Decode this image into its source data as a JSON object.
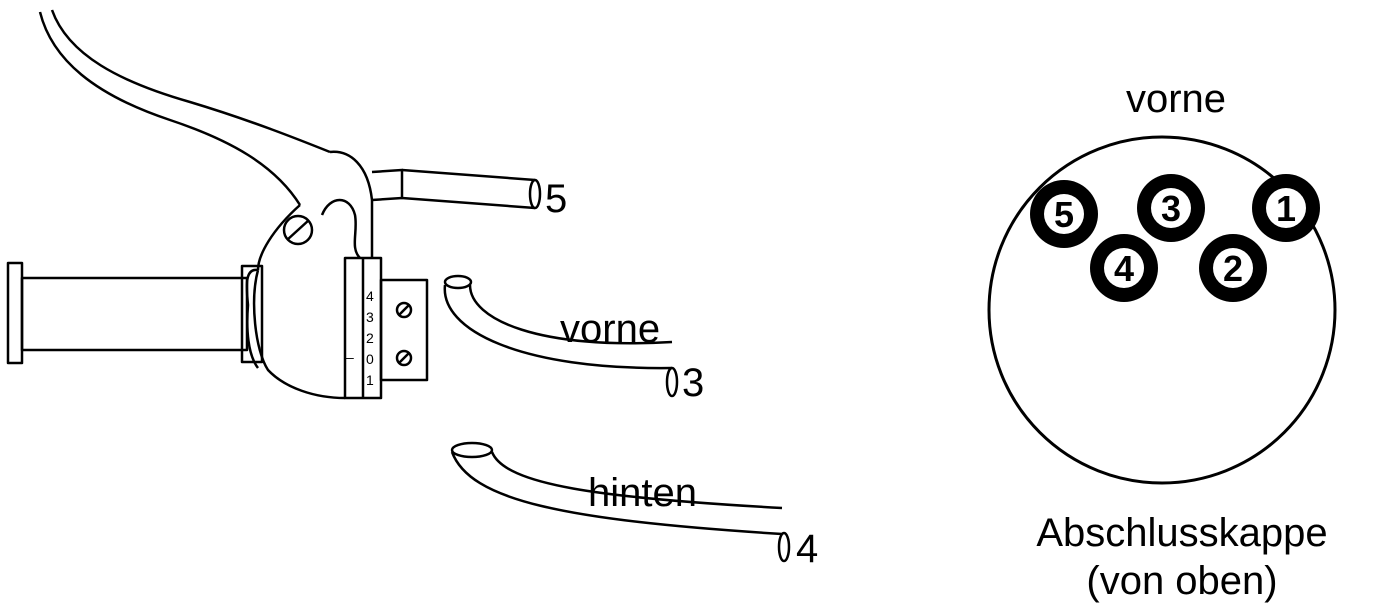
{
  "lever": {
    "cable_labels": {
      "top": "5",
      "front": "3",
      "rear": "4"
    },
    "front_hose_label": "vorne",
    "rear_hose_label": "hinten",
    "scale_marks": [
      "4",
      "3",
      "2",
      "0",
      "1"
    ],
    "scale_dash": "–"
  },
  "cap": {
    "top_label": "vorne",
    "bottom_label_line1": "Abschlusskappe",
    "bottom_label_line2": "(von oben)",
    "ports": [
      "5",
      "3",
      "1",
      "4",
      "2"
    ]
  },
  "colors": {
    "line": "#000000",
    "background": "#ffffff"
  }
}
